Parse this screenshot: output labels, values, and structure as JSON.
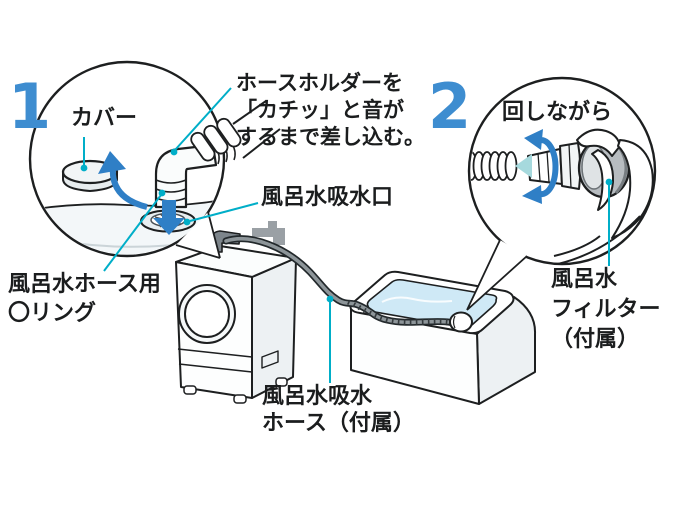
{
  "step1": {
    "number": "1",
    "cover_label": "カバー",
    "instruction_lines": [
      "ホースホルダーを",
      "「カチッ」と音が",
      "するまで差し込む。"
    ],
    "intake_label": "風呂水吸水口",
    "oring_label_lines": [
      "風呂水ホース用",
      "〇リング"
    ]
  },
  "step2": {
    "number": "2",
    "turn_label": "回しながら",
    "filter_label_lines": [
      "風呂水",
      "フィルター",
      "（付属）"
    ]
  },
  "hose_label_lines": [
    "風呂水吸水",
    "ホース（付属）"
  ],
  "colors": {
    "step_number_blue": "#3e8dd0",
    "arrow_blue": "#2f7fc6",
    "leader_teal": "#00aec8",
    "water_blue": "#cfe9f6",
    "insert_triangle_teal": "#a6d9dd",
    "hose_gray": "#8d9599",
    "filter_gray": "#b7bcc0",
    "outline": "#1d1f20"
  }
}
